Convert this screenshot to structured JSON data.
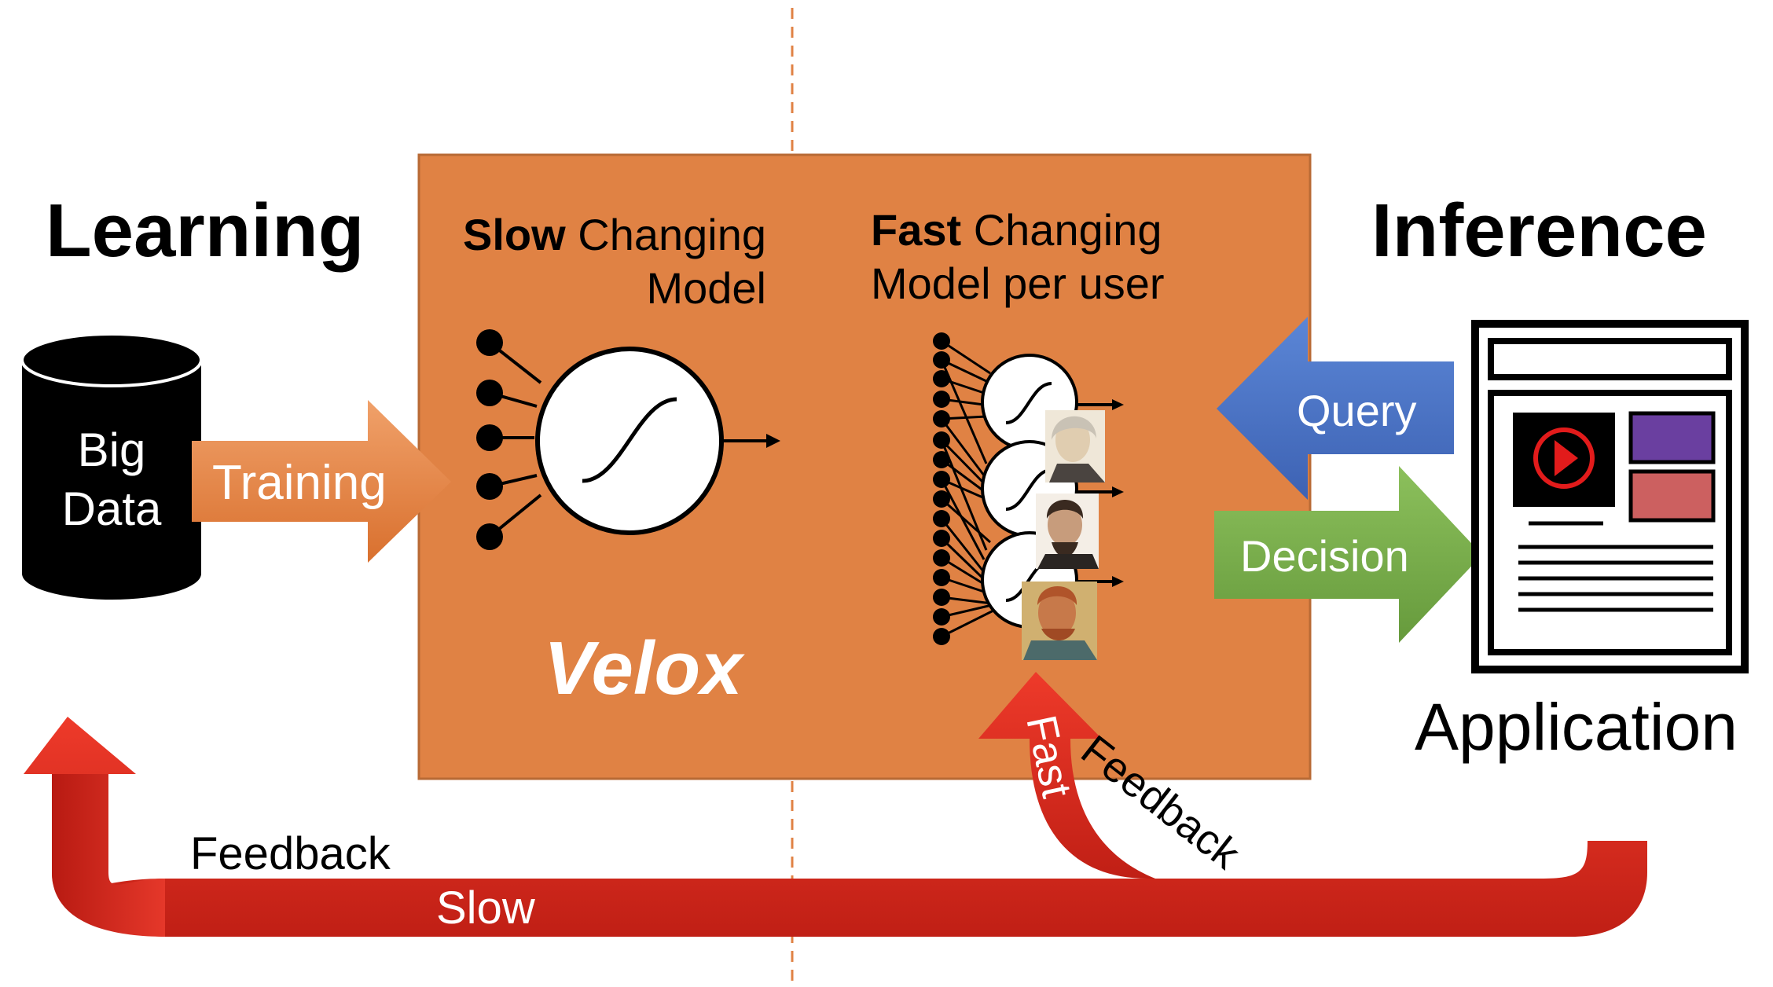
{
  "learning": "Learning",
  "inference": "Inference",
  "database": {
    "line1": "Big",
    "line2": "Data"
  },
  "training": "Training",
  "velox": {
    "name": "Velox",
    "slow_bold": "Slow",
    "slow_rest": " Changing",
    "slow_line2": "Model",
    "fast_bold": "Fast",
    "fast_rest": " Changing",
    "fast_line2": "Model per user"
  },
  "query": "Query",
  "decision": "Decision",
  "application": "Application",
  "feedback_slow": {
    "label": "Feedback",
    "speed": "Slow"
  },
  "feedback_fast": {
    "speed": "Fast",
    "label": "Feedback"
  },
  "colors": {
    "velox_box": "#e08244",
    "training_arrow": "#e6823f",
    "query_arrow": "#4a72c4",
    "decision_arrow": "#79ad4b",
    "feedback_arrow": "#d22a1c",
    "divider": "#e08244"
  },
  "icons": [
    "database-icon",
    "perceptron-icon",
    "user-face-icon",
    "play-icon",
    "web-page-icon"
  ]
}
